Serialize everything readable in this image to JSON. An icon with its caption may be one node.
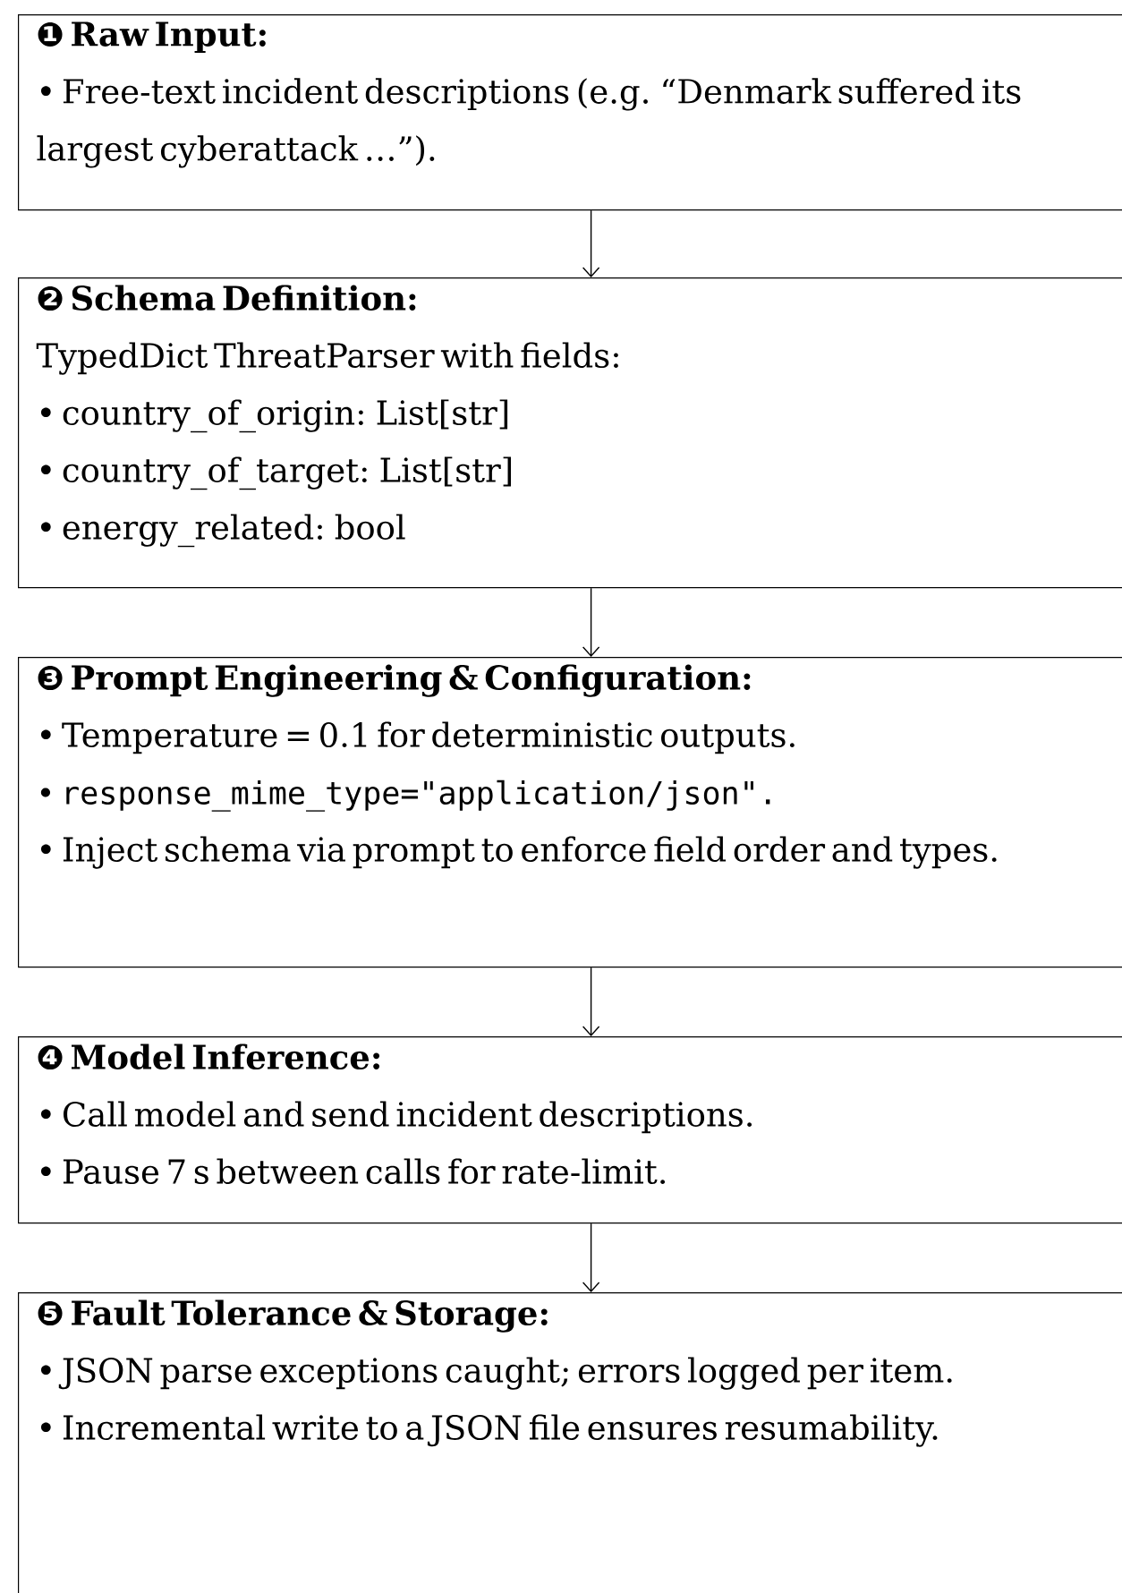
{
  "diagram": {
    "nodes": [
      {
        "text": [
          "❶ Raw Input:",
          "• Free-text incident descriptions (e.g. “Denmark suffered its largest cyberattack …”)."
        ]
      },
      {
        "text": [
          "❷ Schema Definition:",
          "TypedDict ThreatParser with fields:",
          "• country_of_origin: List[str]",
          "• country_of_target: List[str]",
          "• energy_related: bool"
        ]
      },
      {
        "text": [
          "❸ Prompt Engineering & Configuration:",
          "• Temperature = 0.1 for deterministic outputs.",
          "• response_mime_type=\"application/json\".",
          "• Inject schema via prompt to enforce field order and types."
        ]
      },
      {
        "text": [
          "❹ Model Inference:",
          "• Call model and send incident descriptions.",
          "• Pause 7 s between calls for rate-limit."
        ]
      },
      {
        "text": [
          "❺ Fault Tolerance & Storage:",
          "• JSON parse exceptions caught; errors logged per item.",
          "• Incremental write to a JSON file ensures resumability."
        ]
      }
    ],
    "edges": [
      {
        "from": 0,
        "to": 1,
        "arrow": "to"
      },
      {
        "from": 1,
        "to": 2,
        "arrow": "to"
      },
      {
        "from": 2,
        "to": 3,
        "arrow": "to"
      },
      {
        "from": 3,
        "to": 4,
        "arrow": "to"
      }
    ]
  }
}
